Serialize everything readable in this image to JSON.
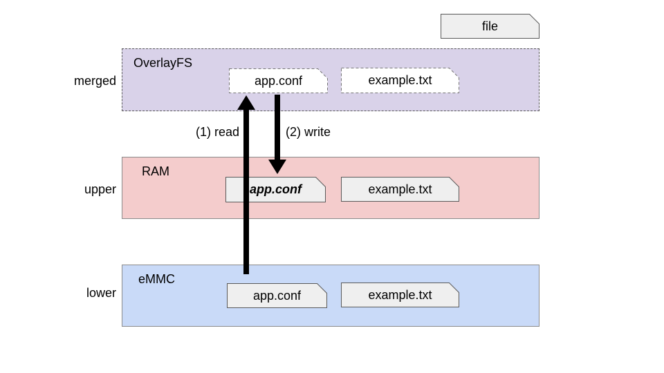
{
  "legend": {
    "label": "file"
  },
  "arrows": [
    {
      "label": "(1) read",
      "direction": "up",
      "from": "lower",
      "to": "merged"
    },
    {
      "label": "(2) write",
      "direction": "down",
      "from": "merged",
      "to": "upper"
    }
  ],
  "layers": [
    {
      "side_label": "merged",
      "title": "OverlayFS",
      "fill": "#d9d2e9",
      "border": "dashed",
      "files": [
        {
          "label": "app.conf",
          "variant": "dashed"
        },
        {
          "label": "example.txt",
          "variant": "dashed"
        }
      ]
    },
    {
      "side_label": "upper",
      "title": "RAM",
      "fill": "#f4cccc",
      "border": "solid",
      "files": [
        {
          "label": "app.conf",
          "variant": "solid",
          "emphasis": true
        },
        {
          "label": "example.txt",
          "variant": "solid"
        }
      ]
    },
    {
      "side_label": "lower",
      "title": "eMMC",
      "fill": "#c9daf8",
      "border": "solid",
      "files": [
        {
          "label": "app.conf",
          "variant": "solid"
        },
        {
          "label": "example.txt",
          "variant": "solid"
        }
      ]
    }
  ],
  "colors": {
    "background": "#ffffff",
    "merged_fill": "#d9d2e9",
    "upper_fill": "#f4cccc",
    "lower_fill": "#c9daf8",
    "file_fill_solid": "#efefef",
    "file_fill_dashed": "#ffffff",
    "file_stroke_solid": "#595959",
    "file_stroke_dashed": "#757575",
    "arrow": "#000000"
  }
}
